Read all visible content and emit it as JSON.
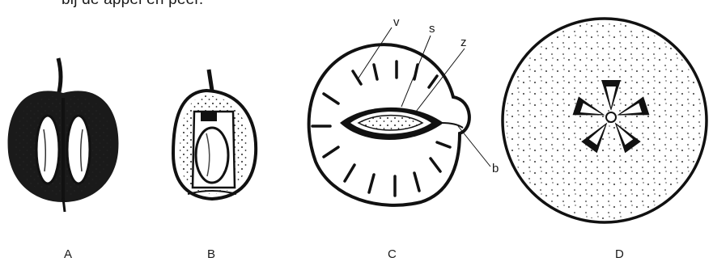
{
  "intro_text": "bij de appel en peer.",
  "labels": {
    "v": "v",
    "s": "s",
    "z": "z",
    "b": "b"
  },
  "captions": [
    "A",
    "B",
    "C",
    "D"
  ]
}
